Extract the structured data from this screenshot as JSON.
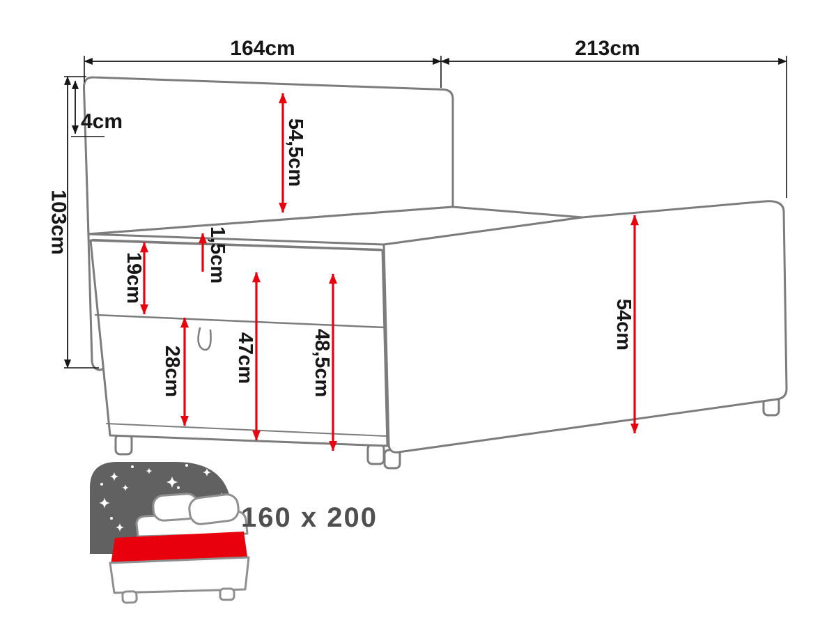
{
  "diagram": {
    "dim_width_headboard": "164cm",
    "dim_length": "213cm",
    "dim_height_total": "103cm",
    "dim_headboard_top": "4cm",
    "dim_headboard_panel": "54,5cm",
    "dim_mattress_edge": "1,5cm",
    "dim_box_upper": "19cm",
    "dim_box_lower": "28cm",
    "dim_front_height": "47cm",
    "dim_side_front_height": "48,5cm",
    "dim_side_panel_height": "54cm",
    "size_label": "160 x 200"
  },
  "colors": {
    "dimension_red": "#e8000d",
    "outline_gray": "#7c7c7c",
    "text_dark": "#161616",
    "icon_background": "#616161",
    "icon_red": "#e8000d",
    "size_text": "#4f4f4f"
  }
}
